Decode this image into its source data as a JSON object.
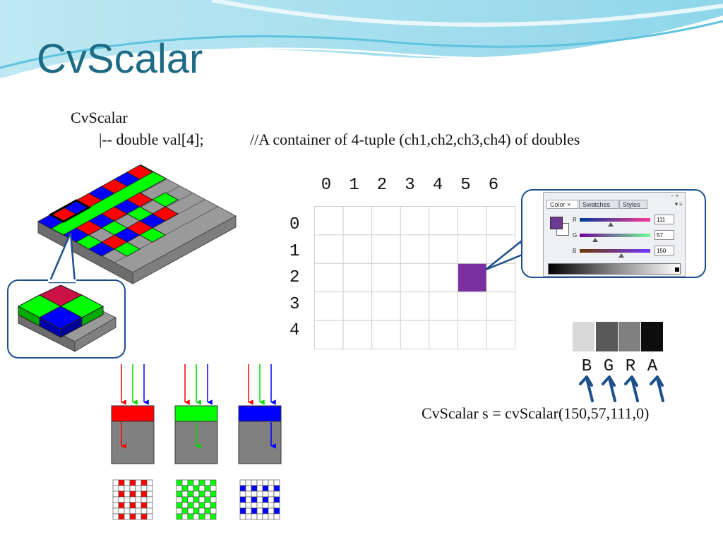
{
  "slide": {
    "title": "CvScalar",
    "code_lines": [
      "CvScalar",
      "|-- double val[4];",
      "//A container of 4-tuple (ch1,ch2,ch3,ch4) of doubles"
    ],
    "example_code": "CvScalar s = cvScalar(150,57,111,0)"
  },
  "grid": {
    "column_labels": [
      "0",
      "1",
      "2",
      "3",
      "4",
      "5",
      "6"
    ],
    "row_labels": [
      "0",
      "1",
      "2",
      "3",
      "4"
    ],
    "highlight_cell": {
      "column": 5,
      "row": 2,
      "color": "#7b30a0"
    }
  },
  "color_panel": {
    "tabs": [
      "Color",
      "Swatches",
      "Styles"
    ],
    "channels": [
      {
        "label": "R",
        "value": "111",
        "level": 0.435
      },
      {
        "label": "G",
        "value": "57",
        "level": 0.224
      },
      {
        "label": "B",
        "value": "150",
        "level": 0.588
      }
    ],
    "swatch_color": "#6f3996"
  },
  "channel_order": {
    "labels": [
      "B",
      "G",
      "R",
      "A"
    ],
    "swatch_colors": [
      "#d9d9d9",
      "#595959",
      "#808080",
      "#0d0d0d"
    ]
  },
  "colors": {
    "accent_border": "#1c4f8c",
    "title": "#1d6b84",
    "bayer_red": "#ff0000",
    "bayer_green": "#00ff00",
    "bayer_blue": "#0000ff"
  }
}
